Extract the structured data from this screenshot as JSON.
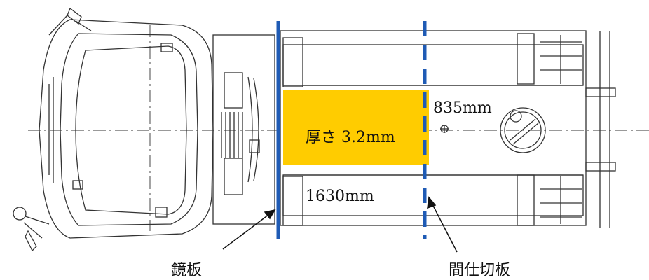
{
  "labels": {
    "thickness": "厚さ 3.2mm",
    "width": "835mm",
    "length": "1630mm",
    "end_plate": "鏡板",
    "partition": "間仕切板"
  },
  "colors": {
    "highlight": "#ffcc00",
    "divider_blue": "#1f5bb5",
    "line": "#333333",
    "background": "#ffffff"
  }
}
